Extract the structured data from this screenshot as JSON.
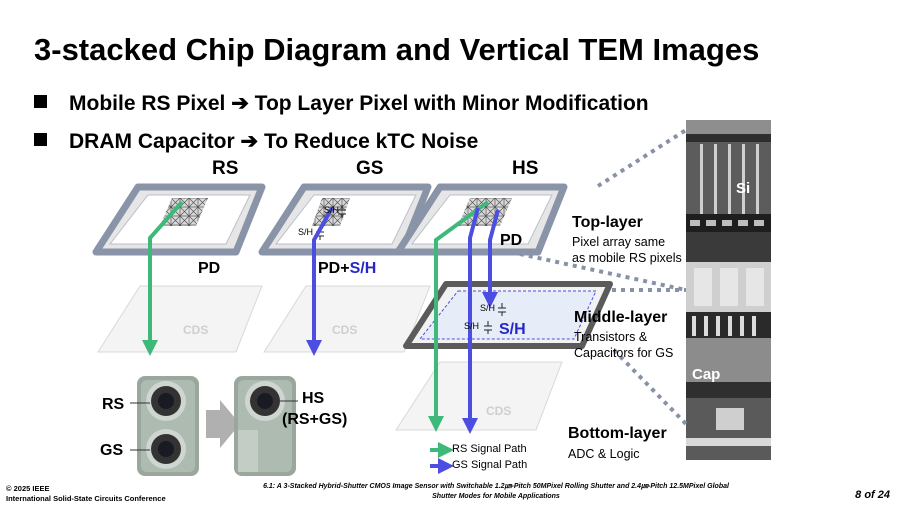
{
  "title": "3-stacked Chip Diagram and Vertical TEM Images",
  "bullets": [
    {
      "left": "Mobile RS Pixel",
      "arrow": "➔",
      "right": "Top Layer Pixel with Minor Modification"
    },
    {
      "left": "DRAM Capacitor",
      "arrow": "➔",
      "right": "To Reduce kTC Noise"
    }
  ],
  "columns": {
    "rs": "RS",
    "gs": "GS",
    "hs": "HS"
  },
  "top_labels": {
    "pd_rs": "PD",
    "pd_gs_prefix": "PD+",
    "pd_gs_sh": "S/H",
    "pd_hs": "PD"
  },
  "cds_label": "CDS",
  "sh_label": "S/H",
  "layers": {
    "top": {
      "title": "Top-layer",
      "desc1": "Pixel array same",
      "desc2": "as mobile RS pixels"
    },
    "middle": {
      "title": "Middle-layer",
      "desc1": "Transistors &",
      "desc2": "Capacitors for GS"
    },
    "bottom": {
      "title": "Bottom-layer",
      "desc1": "ADC & Logic"
    }
  },
  "tem_labels": {
    "si": "Si",
    "cap": "Cap"
  },
  "camera": {
    "rs": "RS",
    "gs": "GS",
    "hs_line1": "HS",
    "hs_line2": "(RS+GS)"
  },
  "legend": {
    "rs_path": "RS Signal Path",
    "gs_path": "GS Signal Path"
  },
  "colors": {
    "rs_path": "#3fb97a",
    "gs_path": "#4b4ee0",
    "plate_outline": "#8a94a8",
    "sh_blue": "#2727c9",
    "middle_border": "#5b5b5b"
  },
  "footer": {
    "copyright": "© 2025 IEEE",
    "conference": "International Solid-State Circuits Conference",
    "paper1": "6.1: A 3-Stacked Hybrid-Shutter CMOS Image Sensor with Switchable 1.2㎛-Pitch 50MPixel Rolling Shutter and 2.4㎛-Pitch 12.5MPixel Global",
    "paper2": "Shutter Modes for Mobile Applications",
    "page": "8 of 24"
  }
}
